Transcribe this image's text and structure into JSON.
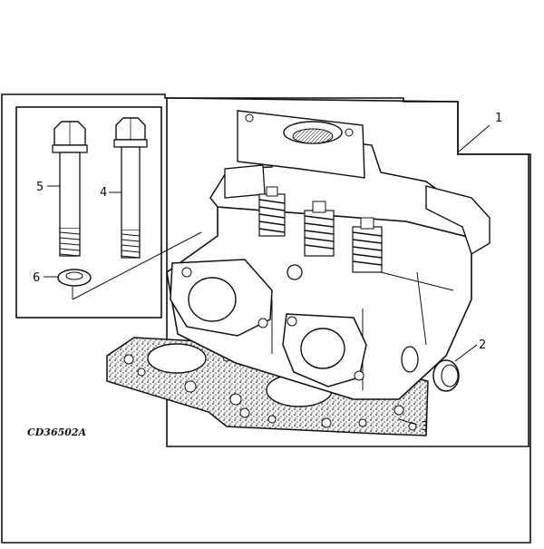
{
  "figure": {
    "code": "CD36502A",
    "callouts": [
      {
        "id": "1",
        "label": "1"
      },
      {
        "id": "2",
        "label": "2"
      },
      {
        "id": "3",
        "label": "3"
      },
      {
        "id": "4",
        "label": "4"
      },
      {
        "id": "5",
        "label": "5"
      },
      {
        "id": "6",
        "label": "6"
      }
    ]
  }
}
